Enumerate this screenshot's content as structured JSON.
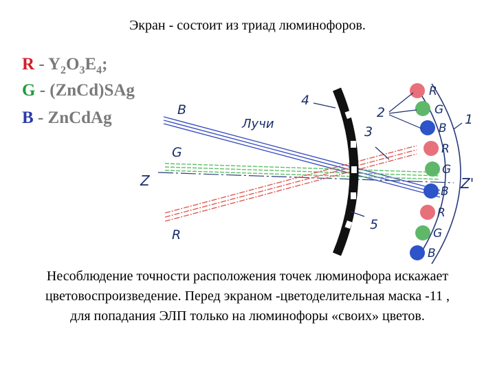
{
  "title": "Экран - состоит из триад люминофоров.",
  "formulas": {
    "r": {
      "symbol": "R",
      "sep": " - ",
      "p1": "Y",
      "s1": "2",
      "p2": "O",
      "s2": "3",
      "p3": "E",
      "s3": "4",
      "p4": ";",
      "color": "#d0202a"
    },
    "g": {
      "symbol": "G",
      "text": " - (ZnCd)SAg",
      "color": "#1f9b3a"
    },
    "b": {
      "symbol": "B",
      "text": " -  ZnCdAg",
      "color": "#2a3aa8"
    }
  },
  "diagram": {
    "beam_labels": {
      "b": "B",
      "g": "G",
      "r": "R"
    },
    "rays_label": "Лучи",
    "axis_left": "Z",
    "axis_right": "Z'",
    "numbers": {
      "n1": "1",
      "n2": "2",
      "n3": "3",
      "n4": "4",
      "n5": "5"
    },
    "screen_letters": [
      "R",
      "G",
      "B",
      "R",
      "G",
      "B",
      "R",
      "G",
      "B"
    ],
    "dot_colors": {
      "R": "#e8707a",
      "G": "#5fb86a",
      "B": "#2d54c8"
    },
    "beam_colors": {
      "B": "#3a4fc0",
      "G": "#5cbf62",
      "R": "#e05a52"
    }
  },
  "bottom_text": {
    "line1": "Несоблюдение точности расположения точек люминофора искажает",
    "line2": "цветовоспроизведение. Перед экраном -цветоделительная маска -11 ,",
    "line3": "для попадания ЭЛП только на люминофоры «своих» цветов."
  }
}
